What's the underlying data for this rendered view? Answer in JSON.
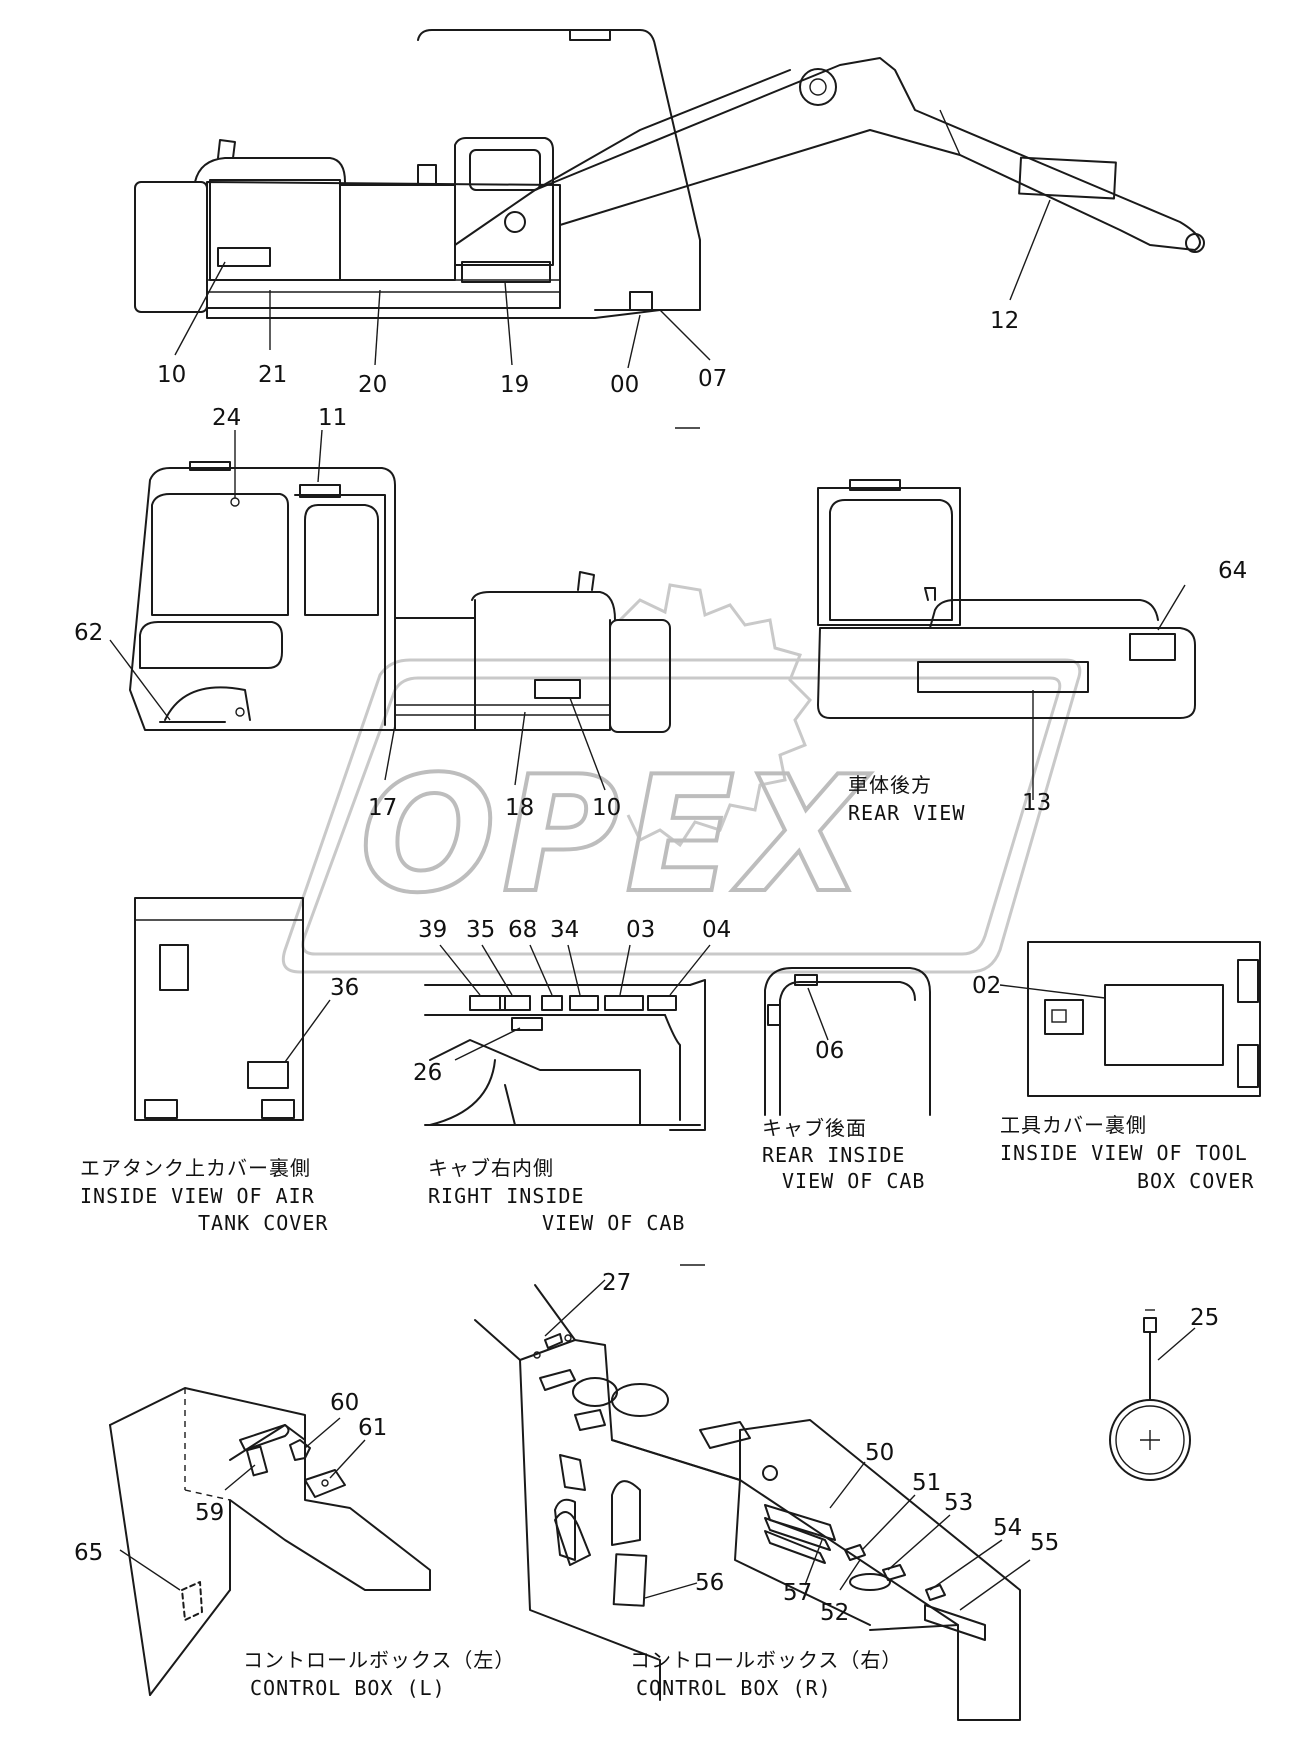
{
  "watermark": {
    "text": "OPEX"
  },
  "part_numbers": {
    "p00": "00",
    "p02": "02",
    "p03": "03",
    "p04": "04",
    "p06": "06",
    "p07": "07",
    "p10a": "10",
    "p10b": "10",
    "p11": "11",
    "p12": "12",
    "p13": "13",
    "p17": "17",
    "p18": "18",
    "p19": "19",
    "p20": "20",
    "p21": "21",
    "p24": "24",
    "p25": "25",
    "p26": "26",
    "p27": "27",
    "p34": "34",
    "p35": "35",
    "p36": "36",
    "p39": "39",
    "p50": "50",
    "p51": "51",
    "p52": "52",
    "p53": "53",
    "p54": "54",
    "p55": "55",
    "p56": "56",
    "p57": "57",
    "p59": "59",
    "p60": "60",
    "p61": "61",
    "p62": "62",
    "p64": "64",
    "p65": "65",
    "p68": "68"
  },
  "captions": {
    "rear_view": {
      "jp": "車体後方",
      "en": "REAR VIEW"
    },
    "air_tank": {
      "jp": "エアタンク上カバー裏側",
      "en1": "INSIDE VIEW OF AIR",
      "en2": "TANK COVER"
    },
    "cab_right": {
      "jp": "キャブ右内側",
      "en1": "RIGHT INSIDE",
      "en2": "VIEW OF CAB"
    },
    "cab_rear": {
      "jp": "キャブ後面",
      "en1": "REAR INSIDE",
      "en2": "VIEW OF CAB"
    },
    "tool_box": {
      "jp": "工具カバー裏側",
      "en1": "INSIDE VIEW OF TOOL",
      "en2": "BOX COVER"
    },
    "control_l": {
      "jp": "コントロールボックス（左）",
      "en": "CONTROL BOX (L)"
    },
    "control_r": {
      "jp": "コントロールボックス（右）",
      "en": "CONTROL BOX (R)"
    }
  }
}
